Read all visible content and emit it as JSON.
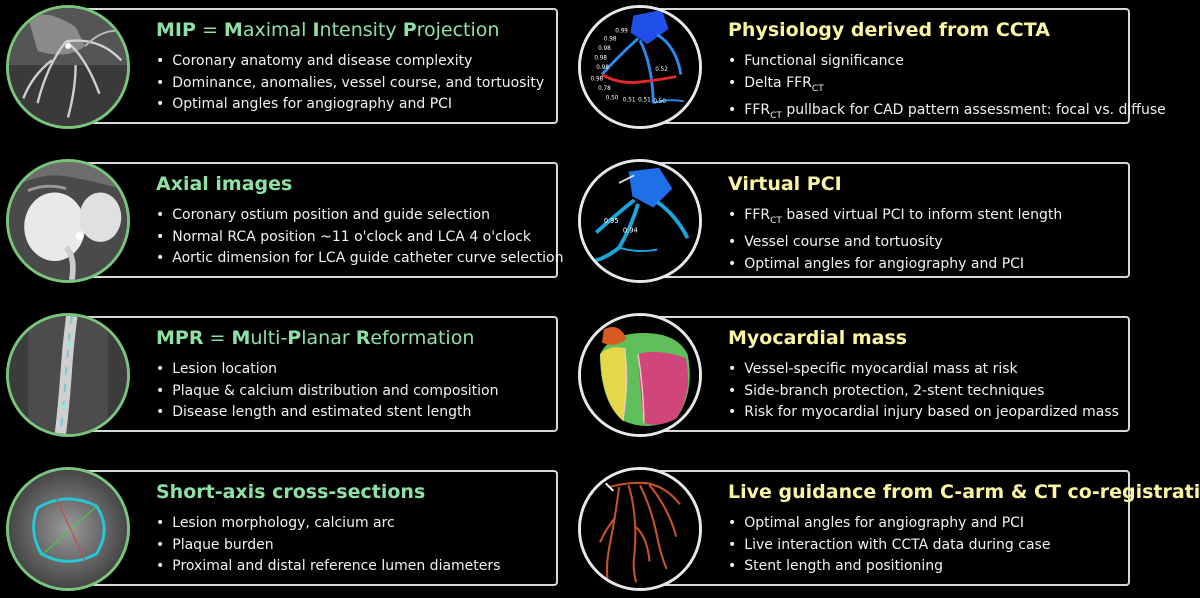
{
  "cards": [
    {
      "title_parts": [
        "MIP",
        " = ",
        "M",
        "aximal ",
        "I",
        "ntensity ",
        "P",
        "rojection"
      ],
      "bullets": [
        "Coronary anatomy and disease complexity",
        "Dominance, anomalies, vessel course, and tortuosity",
        "Optimal angles for angiography and PCI"
      ],
      "image_icon": "mip-angiogram-image"
    },
    {
      "title": "Axial images",
      "bullets": [
        "Coronary ostium position and guide selection",
        "Normal RCA position ~11 o'clock and LCA 4 o'clock",
        "Aortic dimension for LCA guide catheter curve selection"
      ],
      "image_icon": "axial-ct-image"
    },
    {
      "title_parts": [
        "MPR",
        " = ",
        "M",
        "ulti-",
        "P",
        "lanar ",
        "R",
        "eformation"
      ],
      "bullets": [
        "Lesion location",
        "Plaque & calcium distribution and composition",
        "Disease length and estimated stent length"
      ],
      "image_icon": "mpr-vessel-image"
    },
    {
      "title": "Short-axis cross-sections",
      "bullets": [
        "Lesion morphology, calcium arc",
        "Plaque burden",
        "Proximal and distal reference lumen diameters"
      ],
      "image_icon": "cross-section-image"
    },
    {
      "title": "Physiology derived from CCTA",
      "bullets": [
        [
          "Functional significance"
        ],
        [
          "Delta FFR",
          "CT",
          ""
        ],
        [
          "FFR",
          "CT",
          " pullback for CAD pattern assessment: focal vs. diffuse"
        ]
      ],
      "ffr_labels": [
        "0.99",
        "0.98",
        "0.98",
        "0.98",
        "0.98",
        "0.52",
        "0.98",
        "0.78",
        "0.50",
        "0.51",
        "0.51",
        "0.50"
      ],
      "image_icon": "ffr-ct-model-image"
    },
    {
      "title": "Virtual PCI",
      "bullets": [
        [
          "FFR",
          "CT",
          " based virtual PCI to inform stent length"
        ],
        [
          "Vessel course and tortuosity"
        ],
        [
          "Optimal angles for angiography and PCI"
        ]
      ],
      "ffr_labels": [
        "0.95",
        "0.94"
      ],
      "image_icon": "virtual-pci-model-image"
    },
    {
      "title": "Myocardial mass",
      "bullets": [
        "Vessel-specific myocardial mass at risk",
        "Side-branch protection, 2-stent techniques",
        "Risk for myocardial injury based on jeopardized mass"
      ],
      "image_icon": "myocardial-territory-image"
    },
    {
      "title": "Live guidance from C-arm & CT co-registration",
      "bullets": [
        "Optimal angles for angiography and PCI",
        "Live interaction with CCTA data during case",
        "Stent length and positioning"
      ],
      "image_icon": "coregistration-tree-image"
    }
  ],
  "colors": {
    "background": "#000000",
    "left_title": "#8fe0a4",
    "right_title": "#fbf5a3",
    "left_ring": "#79c57c",
    "right_ring": "#e8e8e8",
    "box_border": "#d8d8d8",
    "text": "#f2f2f2"
  }
}
